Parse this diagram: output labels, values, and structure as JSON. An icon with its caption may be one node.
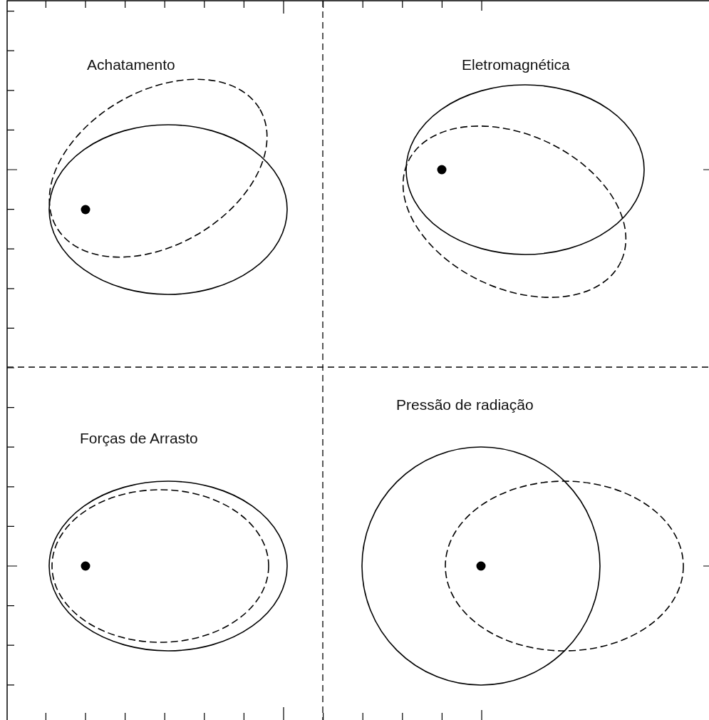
{
  "diagram": {
    "labels": [
      "Achatamento",
      "Eletromagnética",
      "Forças de Arrasto",
      "Pressão de radiação"
    ]
  }
}
